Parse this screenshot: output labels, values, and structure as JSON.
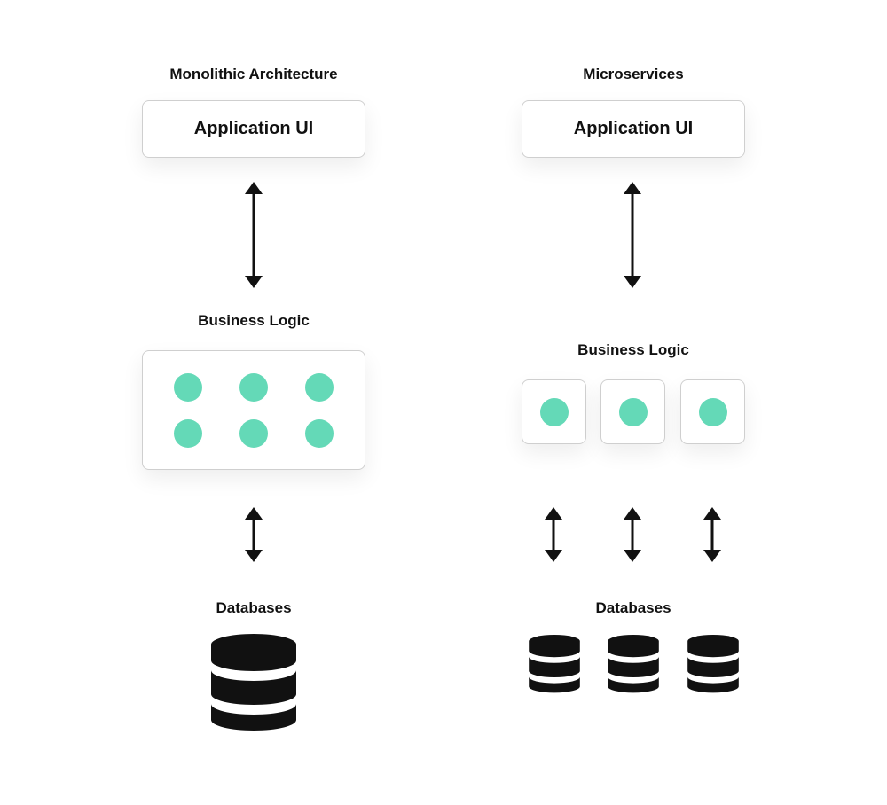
{
  "colors": {
    "service_dot": "#64d9b7",
    "ink": "#111111"
  },
  "monolithic": {
    "title": "Monolithic Architecture",
    "ui_label": "Application UI",
    "logic_label": "Business Logic",
    "db_label": "Databases",
    "dot_count": 6,
    "database_count": 1
  },
  "microservices": {
    "title": "Microservices",
    "ui_label": "Application UI",
    "logic_label": "Business Logic",
    "db_label": "Databases",
    "service_count": 3,
    "database_count": 3
  },
  "icons": {
    "arrow": "double-headed-arrow-icon",
    "database": "database-icon"
  }
}
